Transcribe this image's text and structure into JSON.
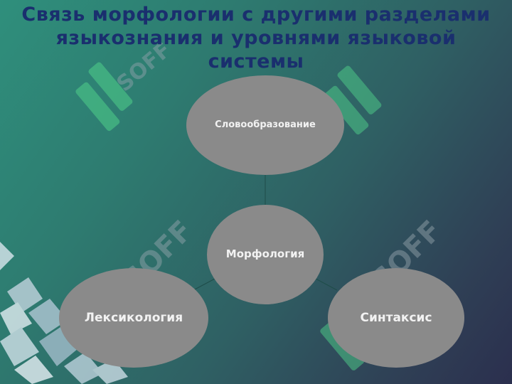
{
  "slide": {
    "title": "Связь морфологии с другими разделами языкознания и уровнями языковой системы"
  },
  "diagram": {
    "center": {
      "label": "Морфология"
    },
    "nodes": [
      {
        "label": "Словообразование"
      },
      {
        "label": "Лексикология"
      },
      {
        "label": "Синтаксис"
      }
    ]
  },
  "watermark": {
    "text": "SOFF"
  },
  "colors": {
    "title": "#1a2f6e",
    "ellipse_fill": "#8a8a8a",
    "connector": "#1f4d4a",
    "label": "#f2f2f2"
  }
}
